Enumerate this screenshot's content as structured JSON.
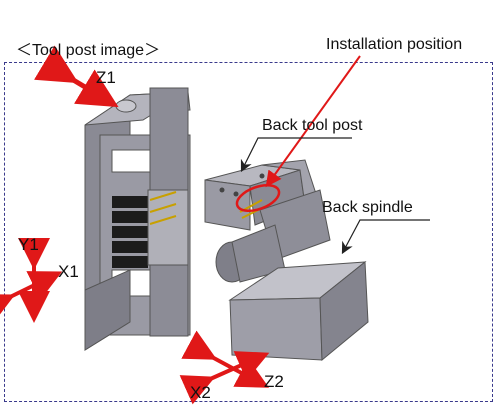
{
  "title": "＜Tool post image＞",
  "labels": {
    "installation_position": "Installation position",
    "back_tool_post": "Back tool post",
    "back_spindle": "Back spindle"
  },
  "axes": {
    "z1": "Z1",
    "y1": "Y1",
    "x1": "X1",
    "x2": "X2",
    "z2": "Z2"
  },
  "colors": {
    "arrow_red": "#e01818",
    "machine_gray": "#8f8f99",
    "frame_dash": "#3a3a8c"
  }
}
